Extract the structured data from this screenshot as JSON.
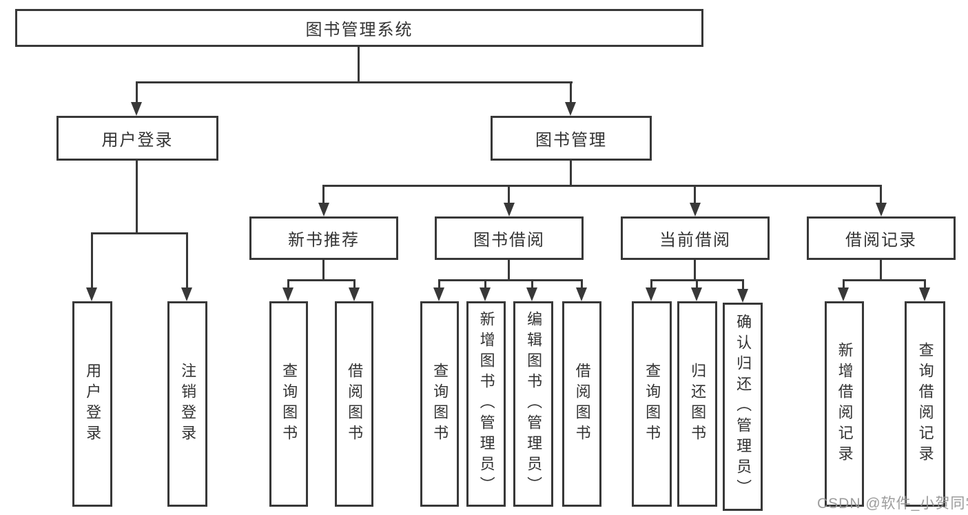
{
  "root": {
    "label": "图书管理系统"
  },
  "user_login": {
    "label": "用户登录",
    "children": [
      "用户登录",
      "注销登录"
    ]
  },
  "book_management": {
    "label": "图书管理",
    "groups": [
      {
        "label": "新书推荐",
        "children": [
          "查询图书",
          "借阅图书"
        ]
      },
      {
        "label": "图书借阅",
        "children": [
          "查询图书",
          "新增图书（管理员）",
          "编辑图书（管理员）",
          "借阅图书"
        ]
      },
      {
        "label": "当前借阅",
        "children": [
          "查询图书",
          "归还图书",
          "确认归还（管理员）"
        ]
      },
      {
        "label": "借阅记录",
        "children": [
          "新增借阅记录",
          "查询借阅记录"
        ]
      }
    ]
  },
  "watermark": "CSDN @软件_小贺同学",
  "colors": {
    "line": "#383838",
    "text": "#333333",
    "background": "#ffffff",
    "watermark": "#949494"
  }
}
